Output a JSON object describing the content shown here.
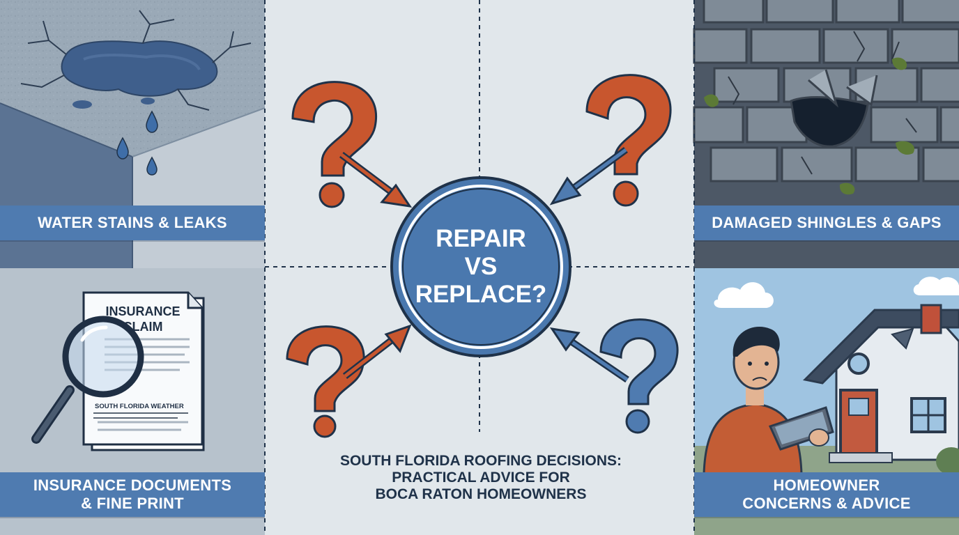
{
  "center": {
    "lines": [
      "REPAIR",
      "VS",
      "REPLACE?"
    ]
  },
  "panels": {
    "top_left_label": "WATER STAINS & LEAKS",
    "top_right_label": "DAMAGED SHINGLES & GAPS",
    "bottom_left_label_lines": [
      "INSURANCE DOCUMENTS",
      "& FINE PRINT"
    ],
    "bottom_right_label_lines": [
      "HOMEOWNER",
      "CONCERNS & ADVICE"
    ]
  },
  "document": {
    "title_lines": [
      "INSURANCE",
      "CLAIM"
    ],
    "section_heading": "SOUTH FLORIDA WEATHER"
  },
  "subtitle_lines": [
    "SOUTH FLORIDA ROOFING DECISIONS:",
    "PRACTICAL ADVICE FOR",
    "BOCA RATON HOMEOWNERS"
  ],
  "colors": {
    "accent_blue": "#4f7bb0",
    "question_orange": "#c8562e",
    "dark_navy": "#1f3249",
    "background": "#e3e8ec"
  }
}
